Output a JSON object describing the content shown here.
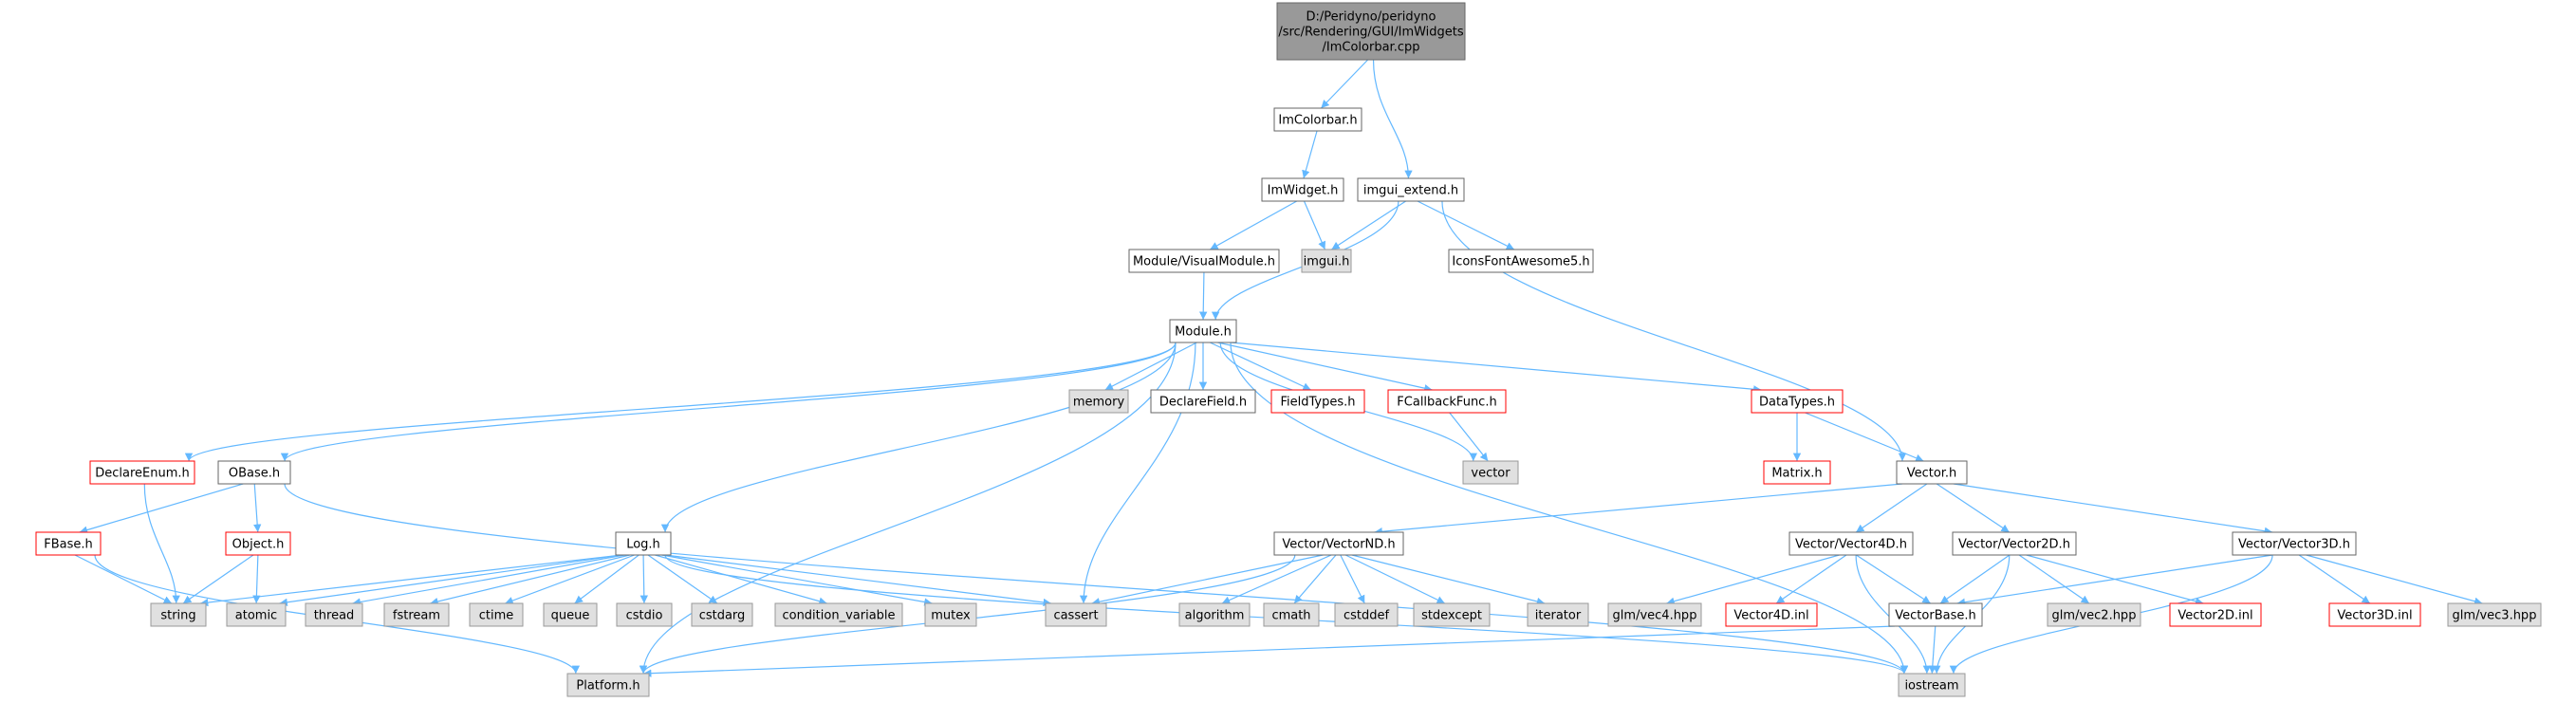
{
  "colors": {
    "edge": "#63b8ff",
    "border_normal": "#666666",
    "border_truncated": "#ff0000",
    "fill_normal": "#ffffff",
    "fill_external": "#e0e0e0",
    "fill_root": "#999999",
    "border_external": "#999999",
    "text": "#000000"
  },
  "nodes": [
    {
      "id": "root",
      "kind": "root",
      "lines": [
        "D:/Peridyno/peridyno",
        "/src/Rendering/GUI/ImWidgets",
        "/ImColorbar.cpp"
      ]
    },
    {
      "id": "imcolorbar_h",
      "kind": "normal",
      "lines": [
        "ImColorbar.h"
      ]
    },
    {
      "id": "imwidget_h",
      "kind": "normal",
      "lines": [
        "ImWidget.h"
      ]
    },
    {
      "id": "imgui_extend_h",
      "kind": "normal",
      "lines": [
        "imgui_extend.h"
      ]
    },
    {
      "id": "visualmodule_h",
      "kind": "normal",
      "lines": [
        "Module/VisualModule.h"
      ]
    },
    {
      "id": "imgui_h",
      "kind": "external",
      "lines": [
        "imgui.h"
      ]
    },
    {
      "id": "iconsfont_h",
      "kind": "normal",
      "lines": [
        "IconsFontAwesome5.h"
      ]
    },
    {
      "id": "module_h",
      "kind": "normal",
      "lines": [
        "Module.h"
      ]
    },
    {
      "id": "memory",
      "kind": "external",
      "lines": [
        "memory"
      ]
    },
    {
      "id": "declarefield_h",
      "kind": "normal",
      "lines": [
        "DeclareField.h"
      ]
    },
    {
      "id": "fieldtypes_h",
      "kind": "truncated",
      "lines": [
        "FieldTypes.h"
      ]
    },
    {
      "id": "fcallbackfunc_h",
      "kind": "truncated",
      "lines": [
        "FCallbackFunc.h"
      ]
    },
    {
      "id": "datatypes_h",
      "kind": "truncated",
      "lines": [
        "DataTypes.h"
      ]
    },
    {
      "id": "vector",
      "kind": "external",
      "lines": [
        "vector"
      ]
    },
    {
      "id": "matrix_h",
      "kind": "truncated",
      "lines": [
        "Matrix.h"
      ]
    },
    {
      "id": "vector_h",
      "kind": "normal",
      "lines": [
        "Vector.h"
      ]
    },
    {
      "id": "declareenum_h",
      "kind": "truncated",
      "lines": [
        "DeclareEnum.h"
      ]
    },
    {
      "id": "obase_h",
      "kind": "normal",
      "lines": [
        "OBase.h"
      ]
    },
    {
      "id": "fbase_h",
      "kind": "truncated",
      "lines": [
        "FBase.h"
      ]
    },
    {
      "id": "object_h",
      "kind": "truncated",
      "lines": [
        "Object.h"
      ]
    },
    {
      "id": "log_h",
      "kind": "normal",
      "lines": [
        "Log.h"
      ]
    },
    {
      "id": "string",
      "kind": "external",
      "lines": [
        "string"
      ]
    },
    {
      "id": "atomic",
      "kind": "external",
      "lines": [
        "atomic"
      ]
    },
    {
      "id": "thread",
      "kind": "external",
      "lines": [
        "thread"
      ]
    },
    {
      "id": "fstream",
      "kind": "external",
      "lines": [
        "fstream"
      ]
    },
    {
      "id": "ctime",
      "kind": "external",
      "lines": [
        "ctime"
      ]
    },
    {
      "id": "queue",
      "kind": "external",
      "lines": [
        "queue"
      ]
    },
    {
      "id": "cstdio",
      "kind": "external",
      "lines": [
        "cstdio"
      ]
    },
    {
      "id": "cstdarg",
      "kind": "external",
      "lines": [
        "cstdarg"
      ]
    },
    {
      "id": "condition_variable",
      "kind": "external",
      "lines": [
        "condition_variable"
      ]
    },
    {
      "id": "mutex",
      "kind": "external",
      "lines": [
        "mutex"
      ]
    },
    {
      "id": "cassert",
      "kind": "external",
      "lines": [
        "cassert"
      ]
    },
    {
      "id": "vectornd_h",
      "kind": "normal",
      "lines": [
        "Vector/VectorND.h"
      ]
    },
    {
      "id": "algorithm",
      "kind": "external",
      "lines": [
        "algorithm"
      ]
    },
    {
      "id": "cmath",
      "kind": "external",
      "lines": [
        "cmath"
      ]
    },
    {
      "id": "cstddef",
      "kind": "external",
      "lines": [
        "cstddef"
      ]
    },
    {
      "id": "stdexcept",
      "kind": "external",
      "lines": [
        "stdexcept"
      ]
    },
    {
      "id": "iterator",
      "kind": "external",
      "lines": [
        "iterator"
      ]
    },
    {
      "id": "vector4d_h",
      "kind": "normal",
      "lines": [
        "Vector/Vector4D.h"
      ]
    },
    {
      "id": "vector2d_h",
      "kind": "normal",
      "lines": [
        "Vector/Vector2D.h"
      ]
    },
    {
      "id": "vector3d_h",
      "kind": "normal",
      "lines": [
        "Vector/Vector3D.h"
      ]
    },
    {
      "id": "glm_vec4",
      "kind": "external",
      "lines": [
        "glm/vec4.hpp"
      ]
    },
    {
      "id": "vector4d_inl",
      "kind": "truncated",
      "lines": [
        "Vector4D.inl"
      ]
    },
    {
      "id": "vectorbase_h",
      "kind": "normal",
      "lines": [
        "VectorBase.h"
      ]
    },
    {
      "id": "glm_vec2",
      "kind": "external",
      "lines": [
        "glm/vec2.hpp"
      ]
    },
    {
      "id": "vector2d_inl",
      "kind": "truncated",
      "lines": [
        "Vector2D.inl"
      ]
    },
    {
      "id": "vector3d_inl",
      "kind": "truncated",
      "lines": [
        "Vector3D.inl"
      ]
    },
    {
      "id": "glm_vec3",
      "kind": "external",
      "lines": [
        "glm/vec3.hpp"
      ]
    },
    {
      "id": "platform_h",
      "kind": "external",
      "lines": [
        "Platform.h"
      ]
    },
    {
      "id": "iostream",
      "kind": "external",
      "lines": [
        "iostream"
      ]
    }
  ],
  "edges": [
    [
      "root",
      "imcolorbar_h"
    ],
    [
      "root",
      "imgui_extend_h"
    ],
    [
      "imcolorbar_h",
      "imwidget_h"
    ],
    [
      "imwidget_h",
      "visualmodule_h"
    ],
    [
      "imwidget_h",
      "imgui_h"
    ],
    [
      "imgui_extend_h",
      "imgui_h"
    ],
    [
      "imgui_extend_h",
      "iconsfont_h"
    ],
    [
      "imgui_extend_h",
      "module_h"
    ],
    [
      "imgui_extend_h",
      "vector_h"
    ],
    [
      "visualmodule_h",
      "module_h"
    ],
    [
      "module_h",
      "memory"
    ],
    [
      "module_h",
      "declarefield_h"
    ],
    [
      "module_h",
      "fieldtypes_h"
    ],
    [
      "module_h",
      "fcallbackfunc_h"
    ],
    [
      "module_h",
      "datatypes_h"
    ],
    [
      "module_h",
      "vector"
    ],
    [
      "module_h",
      "declareenum_h"
    ],
    [
      "module_h",
      "obase_h"
    ],
    [
      "module_h",
      "log_h"
    ],
    [
      "module_h",
      "cassert"
    ],
    [
      "module_h",
      "platform_h"
    ],
    [
      "module_h",
      "iostream"
    ],
    [
      "fcallbackfunc_h",
      "vector"
    ],
    [
      "datatypes_h",
      "matrix_h"
    ],
    [
      "datatypes_h",
      "vector_h"
    ],
    [
      "declareenum_h",
      "string"
    ],
    [
      "obase_h",
      "fbase_h"
    ],
    [
      "obase_h",
      "object_h"
    ],
    [
      "obase_h",
      "iostream"
    ],
    [
      "fbase_h",
      "string"
    ],
    [
      "fbase_h",
      "platform_h"
    ],
    [
      "object_h",
      "string"
    ],
    [
      "object_h",
      "atomic"
    ],
    [
      "log_h",
      "string"
    ],
    [
      "log_h",
      "atomic"
    ],
    [
      "log_h",
      "thread"
    ],
    [
      "log_h",
      "fstream"
    ],
    [
      "log_h",
      "ctime"
    ],
    [
      "log_h",
      "queue"
    ],
    [
      "log_h",
      "cstdio"
    ],
    [
      "log_h",
      "cstdarg"
    ],
    [
      "log_h",
      "condition_variable"
    ],
    [
      "log_h",
      "mutex"
    ],
    [
      "log_h",
      "cassert"
    ],
    [
      "log_h",
      "iostream"
    ],
    [
      "vector_h",
      "vectornd_h"
    ],
    [
      "vector_h",
      "vector4d_h"
    ],
    [
      "vector_h",
      "vector2d_h"
    ],
    [
      "vector_h",
      "vector3d_h"
    ],
    [
      "vectornd_h",
      "cassert"
    ],
    [
      "vectornd_h",
      "algorithm"
    ],
    [
      "vectornd_h",
      "cmath"
    ],
    [
      "vectornd_h",
      "cstddef"
    ],
    [
      "vectornd_h",
      "stdexcept"
    ],
    [
      "vectornd_h",
      "iterator"
    ],
    [
      "vectornd_h",
      "platform_h"
    ],
    [
      "vector4d_h",
      "glm_vec4"
    ],
    [
      "vector4d_h",
      "vector4d_inl"
    ],
    [
      "vector4d_h",
      "vectorbase_h"
    ],
    [
      "vector4d_h",
      "iostream"
    ],
    [
      "vector2d_h",
      "vectorbase_h"
    ],
    [
      "vector2d_h",
      "glm_vec2"
    ],
    [
      "vector2d_h",
      "vector2d_inl"
    ],
    [
      "vector2d_h",
      "iostream"
    ],
    [
      "vector3d_h",
      "vectorbase_h"
    ],
    [
      "vector3d_h",
      "vector3d_inl"
    ],
    [
      "vector3d_h",
      "glm_vec3"
    ],
    [
      "vector3d_h",
      "iostream"
    ],
    [
      "vectorbase_h",
      "platform_h"
    ],
    [
      "vectorbase_h",
      "iostream"
    ]
  ]
}
